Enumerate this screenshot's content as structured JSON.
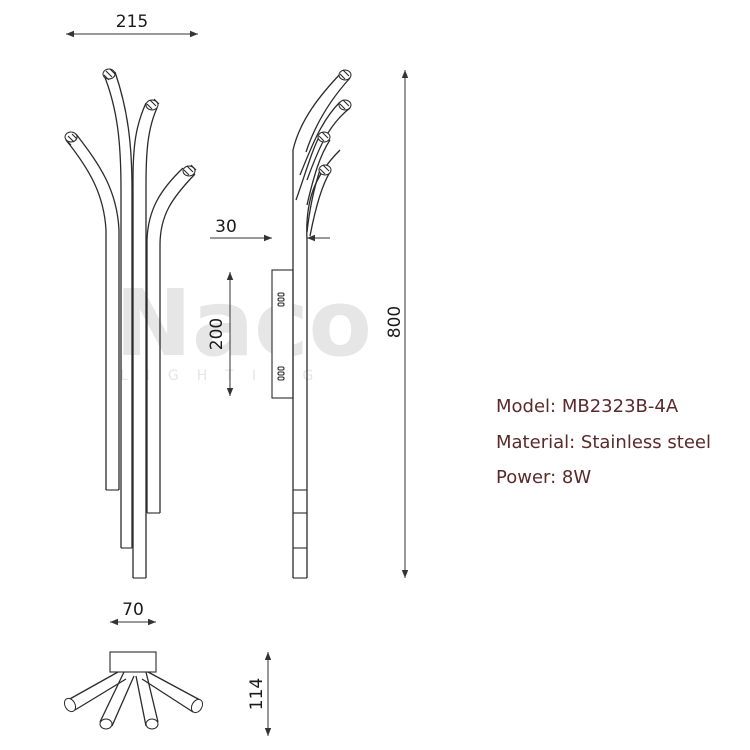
{
  "dimensions": {
    "top_width": "215",
    "offset": "30",
    "plate_height": "200",
    "total_height": "800",
    "base_width": "70",
    "base_depth": "114"
  },
  "watermark": {
    "brand": "Naco",
    "sub": "LIGHTING"
  },
  "specs": {
    "model": "Model: MB2323B-4A",
    "material": "Material: Stainless steel",
    "power": "Power: 8W"
  },
  "colors": {
    "spec_text": "#5a2a2a",
    "line": "#2b2b2b",
    "watermark": "#e6e6e6"
  }
}
